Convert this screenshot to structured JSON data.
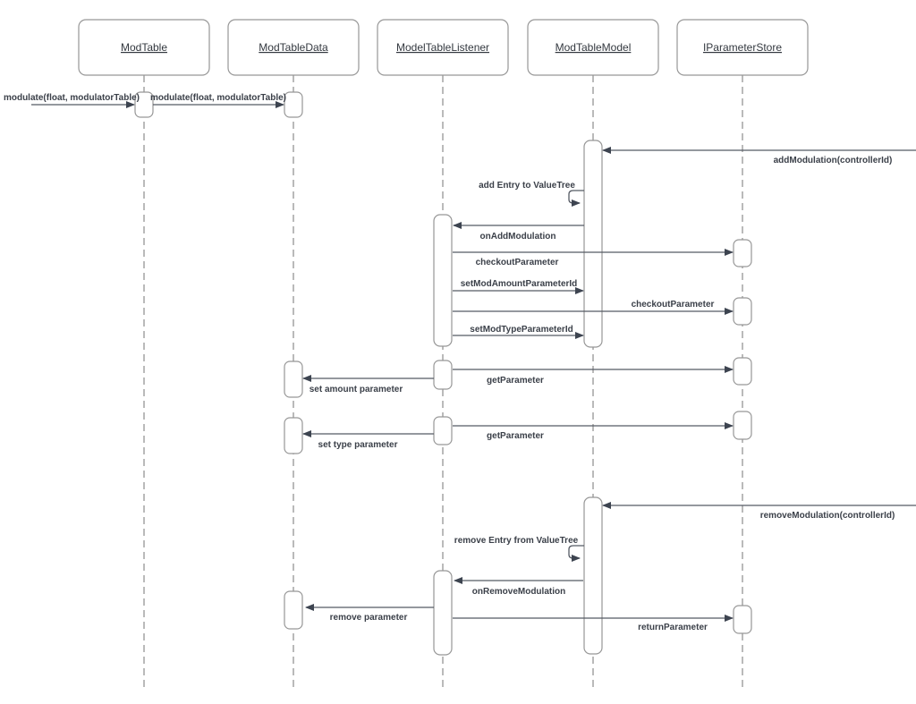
{
  "diagram": {
    "kind": "uml-sequence-diagram",
    "participants": [
      {
        "name": "ModTable"
      },
      {
        "name": "ModTableData"
      },
      {
        "name": "ModelTableListener"
      },
      {
        "name": "ModTableModel"
      },
      {
        "name": "IParameterStore"
      }
    ],
    "messages": [
      {
        "label": "modulate(float, modulatorTable)",
        "from": "external-left",
        "to": "ModTable",
        "type": "sync"
      },
      {
        "label": "modulate(float, modulatorTable)",
        "from": "ModTable",
        "to": "ModTableData",
        "type": "sync"
      },
      {
        "label": "addModulation(controllerId)",
        "from": "external-right",
        "to": "ModTableModel",
        "type": "sync"
      },
      {
        "label": "add Entry to ValueTree",
        "from": "ModTableModel",
        "to": "ModTableModel",
        "type": "self"
      },
      {
        "label": "onAddModulation",
        "from": "ModTableModel",
        "to": "ModelTableListener",
        "type": "sync"
      },
      {
        "label": "checkoutParameter",
        "from": "ModelTableListener",
        "to": "IParameterStore",
        "type": "sync"
      },
      {
        "label": "setModAmountParameterId",
        "from": "ModelTableListener",
        "to": "ModTableModel",
        "type": "sync"
      },
      {
        "label": "checkoutParameter",
        "from": "ModelTableListener",
        "to": "IParameterStore",
        "type": "sync"
      },
      {
        "label": "setModTypeParameterId",
        "from": "ModelTableListener",
        "to": "ModTableModel",
        "type": "sync"
      },
      {
        "label": "getParameter",
        "from": "ModelTableListener",
        "to": "IParameterStore",
        "type": "sync"
      },
      {
        "label": "set amount parameter",
        "from": "ModelTableListener",
        "to": "ModTableData",
        "type": "sync"
      },
      {
        "label": "getParameter",
        "from": "ModelTableListener",
        "to": "IParameterStore",
        "type": "sync"
      },
      {
        "label": "set type parameter",
        "from": "ModelTableListener",
        "to": "ModTableData",
        "type": "sync"
      },
      {
        "label": "removeModulation(controllerId)",
        "from": "external-right",
        "to": "ModTableModel",
        "type": "sync"
      },
      {
        "label": "remove Entry from ValueTree",
        "from": "ModTableModel",
        "to": "ModTableModel",
        "type": "self"
      },
      {
        "label": "onRemoveModulation",
        "from": "ModTableModel",
        "to": "ModelTableListener",
        "type": "sync"
      },
      {
        "label": "remove parameter",
        "from": "ModelTableListener",
        "to": "ModTableData",
        "type": "sync"
      },
      {
        "label": "returnParameter",
        "from": "ModelTableListener",
        "to": "IParameterStore",
        "type": "sync"
      }
    ],
    "colors": {
      "background": "#ffffff",
      "shape_stroke": "#979797",
      "arrow_stroke": "#555a64",
      "text": "#3b4049"
    }
  }
}
